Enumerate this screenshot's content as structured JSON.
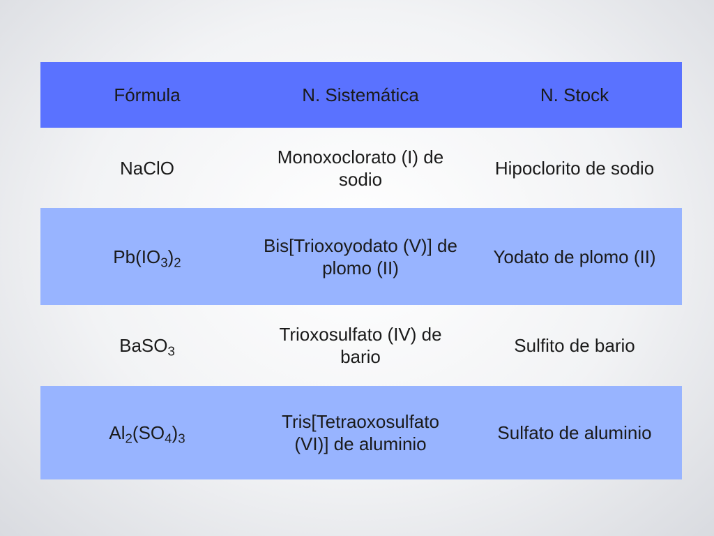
{
  "table": {
    "headers": [
      "Fórmula",
      "N. Sistemática",
      "N. Stock"
    ],
    "rows": [
      {
        "formula": [
          "NaClO"
        ],
        "sistematica": "Monoxoclorato (I) de sodio",
        "stock": "Hipoclorito de sodio"
      },
      {
        "formula": [
          "Pb(IO",
          "3",
          ")",
          "2"
        ],
        "sistematica": "Bis[Trioxoyodato (V)] de plomo (II)",
        "stock": "Yodato de plomo (II)"
      },
      {
        "formula": [
          "BaSO",
          "3"
        ],
        "sistematica": "Trioxosulfato (IV) de bario",
        "stock": "Sulfito de bario"
      },
      {
        "formula": [
          "Al",
          "2",
          "(SO",
          "4",
          ")",
          "3"
        ],
        "sistematica": "Tris[Tetraoxosulfato (VI)] de aluminio",
        "stock": "Sulfato de aluminio"
      }
    ]
  },
  "colors": {
    "header_bg": "#5a72ff",
    "band_bg": "#98b4ff",
    "text": "#1a1a1a"
  }
}
